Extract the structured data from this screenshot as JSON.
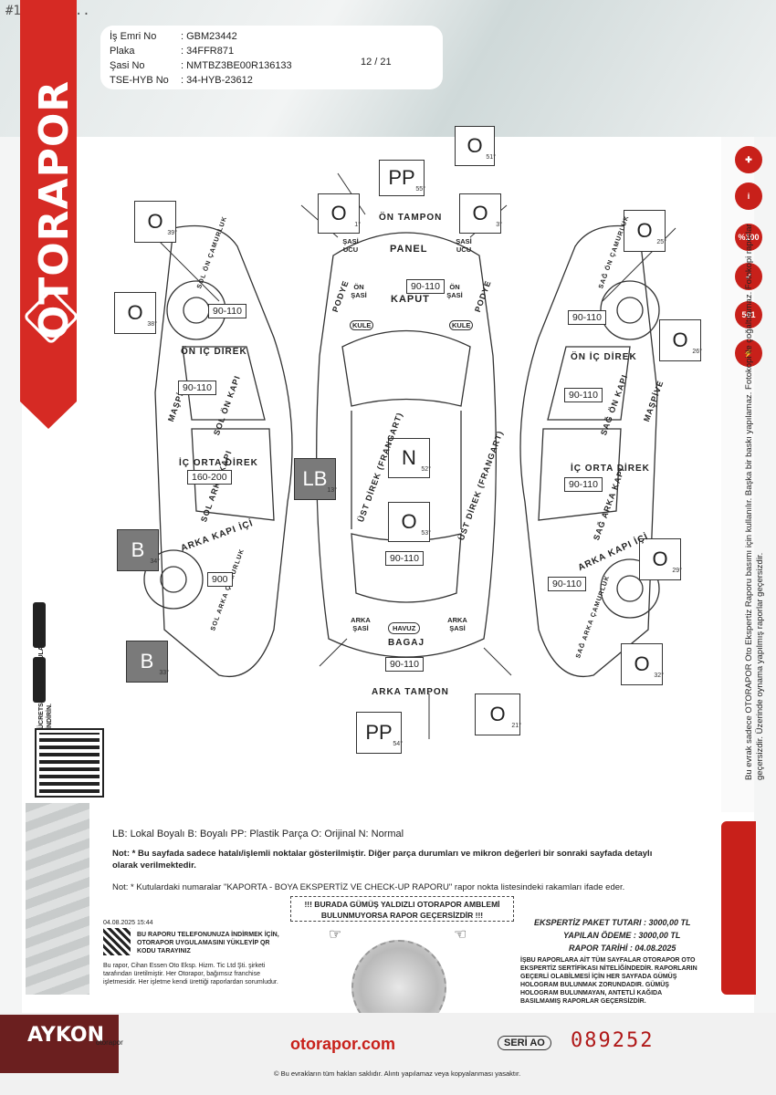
{
  "watermark": "#1263314...",
  "brand": {
    "name": "OTORAPOR",
    "site": "otorapor.com",
    "sponsor": "AYKON"
  },
  "header": {
    "rows": [
      {
        "label": "İş Emri No",
        "value": ": GBM23442"
      },
      {
        "label": "Plaka",
        "value": ": 34FFR871"
      },
      {
        "label": "Şasi No",
        "value": ": NMTBZ3BE00R136133"
      },
      {
        "label": "TSE-HYB No",
        "value": ": 34-HYB-23612"
      }
    ],
    "page": "12 / 21"
  },
  "diagram": {
    "labels": {
      "on_tampon": "ÖN TAMPON",
      "panel": "PANEL",
      "kaput": "KAPUT",
      "arka_tampon": "ARKA TAMPON",
      "bagaj": "BAGAJ",
      "havuz": "HAVUZ",
      "left_on_ic": "ÖN İÇ DİREK",
      "left_ic_orta": "İÇ ORTA DİREK",
      "left_arka_ic": "ARKA KAPI İÇİ",
      "right_on_ic": "ÖN İÇ DİREK",
      "right_ic_orta": "İÇ ORTA DİREK",
      "right_arka_ic": "ARKA KAPI İÇİ",
      "sol_on_kapi": "SOL ÖN KAPI",
      "sol_arka_kapi": "SOL ARKA KAPI",
      "sag_on_kapi": "SAĞ ÖN KAPI",
      "sag_arka_kapi": "SAĞ ARKA KAPI",
      "sol_on_camurluk": "SOL ÖN ÇAMURLUK",
      "sol_arka_camurluk": "SOL ARKA ÇAMURLUK",
      "sag_on_camurluk": "SAĞ ÖN ÇAMURLUK",
      "sag_arka_camurluk": "SAĞ ARKA ÇAMURLUK",
      "maspive_l": "MAŞPİVE",
      "maspive_r": "MAŞPİVE",
      "podye_l": "PODYE",
      "podye_r": "PODYE",
      "ust_direk_l": "ÜST DİREK (FRANGART)",
      "ust_direk_r": "ÜST DİREK (FRANGART)",
      "sasi_ucu_l": "ŞASİ UCU",
      "sasi_ucu_r": "ŞASİ UCU",
      "on_sasi_l": "ÖN ŞASİ",
      "on_sasi_r": "ÖN ŞASİ",
      "kule_l": "KULE",
      "kule_r": "KULE",
      "arka_sasi_l": "ARKA ŞASİ",
      "arka_sasi_r": "ARKA ŞASİ"
    },
    "codes": [
      {
        "code": "O",
        "deg": "51°"
      },
      {
        "code": "PP",
        "deg": "55°"
      },
      {
        "code": "O",
        "deg": "1°"
      },
      {
        "code": "O",
        "deg": "3°"
      },
      {
        "code": "O",
        "deg": "39°"
      },
      {
        "code": "O",
        "deg": "38°"
      },
      {
        "code": "O",
        "deg": "25°"
      },
      {
        "code": "O",
        "deg": "26°"
      },
      {
        "code": "N",
        "deg": "52°"
      },
      {
        "code": "LB",
        "deg": "13°"
      },
      {
        "code": "O",
        "deg": "53°"
      },
      {
        "code": "B",
        "deg": "34°"
      },
      {
        "code": "B",
        "deg": "33°"
      },
      {
        "code": "O",
        "deg": "29°"
      },
      {
        "code": "O",
        "deg": "32°"
      },
      {
        "code": "O",
        "deg": "21°"
      },
      {
        "code": "PP",
        "deg": "54°"
      }
    ],
    "thickness": {
      "kaput": "90-110",
      "sol_on_camurluk": "90-110",
      "sol_on_kapi": "90-110",
      "sol_arka_kapi": "160-200",
      "sol_arka_camurluk": "900",
      "sag_on_camurluk": "90-110",
      "sag_on_kapi": "90-110",
      "sag_arka_kapi": "90-110",
      "sag_arka_camurluk": "90-110",
      "tavan": "90-110",
      "bagaj": "90-110"
    }
  },
  "legend": "LB: Lokal Boyalı B: Boyalı PP: Plastik Parça O: Orijinal N: Normal",
  "notes": {
    "note1": "Not: * Bu sayfada sadece hatalı/işlemli noktalar gösterilmiştir. Diğer parça durumları ve mikron değerleri bir sonraki sayfada detaylı olarak verilmektedir.",
    "note2": "Not: * Kutulardaki numaralar \"KAPORTA - BOYA EKSPERTİZ VE CHECK-UP RAPORU\" rapor nokta listesindeki rakamları ifade eder."
  },
  "warning": {
    "line1": "!!! BURADA GÜMÜŞ YALDIZLI OTORAPOR AMBLEMİ",
    "line2": "BULUNMUYORSA RAPOR GEÇERSİZDİR !!!"
  },
  "payment": {
    "paket": "EKSPERTİZ PAKET TUTARI : 3000,00 TL",
    "odeme": "YAPILAN ÖDEME : 3000,00 TL",
    "tarih": "RAPOR TARİHİ : 04.08.2025"
  },
  "fine_print": {
    "datetime": "04.08.2025 15:44",
    "qr_text": "BU RAPORU TELEFONUNUZA İNDİRMEK İÇİN, OTORAPOR UYGULAMASINI YÜKLEYİP QR KODU TARAYINIZ",
    "producer": "Bu rapor, Cihan Essen Oto Eksp. Hizm. Tic Ltd Şti. şirketi tarafından üretilmiştir. Her Otorapor, bağımsız franchise işletmesidir. Her işletme kendi ürettiği raporlardan sorumludur.",
    "validity": "İŞBU RAPORLARA AİT TÜM SAYFALAR OTORAPOR OTO EKSPERTİZ SERTİFİKASI NİTELİĞİNDEDİR. RAPORLARIN GEÇERLİ OLABİLMESİ İÇİN HER SAYFADA GÜMÜŞ HOLOGRAM BULUNMAK ZORUNDADIR. GÜMÜŞ HOLOGRAM BULUNMAYAN, ANTETLİ KAĞIDA BASILMAMIŞ RAPORLAR GEÇERSİZDİR.",
    "app": "ÜCRETSİZ MOBİL UYGULAMAMIZI İNDİRİN."
  },
  "vertical_note": "Bu evrak sadece OTORAPOR Oto Ekspertiz Raporu basımı için kullanılır. Başka bir baskı yapılamaz. Fotokopi ile çoğaltılamaz. Fotokopi raporlar geçersizdir. Üzerinde oynama yapılmış raporlar geçersizdir.",
  "badges": [
    "%100",
    "501"
  ],
  "footer": {
    "seri": "SERİ AO",
    "serial": "089252",
    "copyright": "© Bu evrakların tüm hakları saklıdır. Alıntı yapılamaz veya kopyalanması yasaktır.",
    "small_brand": "otorapor"
  }
}
